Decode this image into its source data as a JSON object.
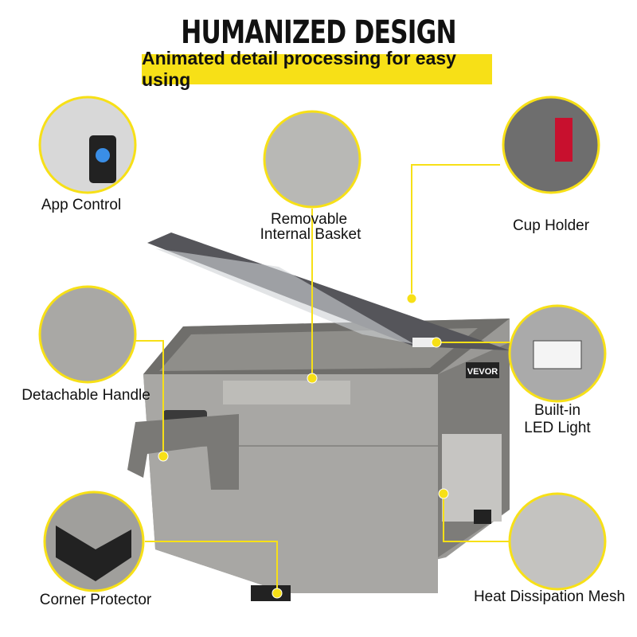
{
  "header": {
    "title": "HUMANIZED DESIGN",
    "subtitle": "Animated detail processing for easy using"
  },
  "brand": "VEVOR",
  "accent_color": "#f7e017",
  "features": [
    {
      "label": "App Control"
    },
    {
      "label_line1": "Removable",
      "label_line2": "Internal Basket"
    },
    {
      "label": "Cup Holder"
    },
    {
      "label": "Detachable Handle"
    },
    {
      "label_line1": "Built-in",
      "label_line2": "LED Light"
    },
    {
      "label": "Corner Protector"
    },
    {
      "label": "Heat Dissipation Mesh"
    }
  ]
}
